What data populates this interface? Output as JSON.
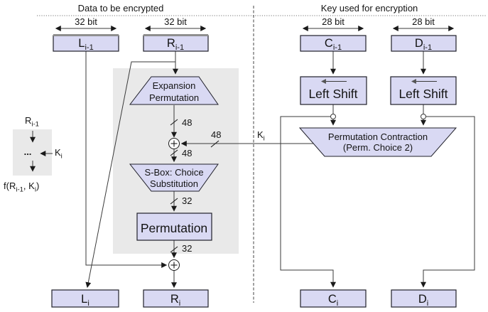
{
  "section_titles": {
    "data": "Data to be encrypted",
    "key": "Key used for encryption"
  },
  "bus_widths": {
    "l": "32 bit",
    "r": "32 bit",
    "c": "28 bit",
    "d": "28 bit"
  },
  "registers": {
    "l_prev": {
      "base": "L",
      "sub": "i-1"
    },
    "r_prev": {
      "base": "R",
      "sub": "i-1"
    },
    "c_prev": {
      "base": "C",
      "sub": "i-1"
    },
    "d_prev": {
      "base": "D",
      "sub": "i-1"
    },
    "l_next": {
      "base": "L",
      "sub": "i"
    },
    "r_next": {
      "base": "R",
      "sub": "i"
    },
    "c_next": {
      "base": "C",
      "sub": "i"
    },
    "d_next": {
      "base": "D",
      "sub": "i"
    }
  },
  "blocks": {
    "expansion": {
      "line1": "Expansion",
      "line2": "Permutation"
    },
    "sbox": {
      "line1": "S-Box: Choice",
      "line2": "Substitution"
    },
    "permutation": {
      "label": "Permutation"
    },
    "left_shift_c": {
      "label": "Left Shift"
    },
    "left_shift_d": {
      "label": "Left Shift"
    },
    "pc2": {
      "line1": "Permutation Contraction",
      "line2": "(Perm. Choice 2)"
    }
  },
  "bus_labels": {
    "xor_in": "48",
    "key": "48",
    "xor_out": "48",
    "perm_in": "32",
    "perm_out": "32"
  },
  "key_label": {
    "base": "K",
    "sub": "i"
  },
  "legend": {
    "input": {
      "base": "R",
      "sub": "i-1"
    },
    "dots": "...",
    "key": {
      "base": "K",
      "sub": "i"
    },
    "output": {
      "p1": "f(R",
      "sub1": "i-1",
      "p2": ", K",
      "sub2": "i",
      "p3": ")"
    }
  },
  "colors": {
    "box_fill": "#d9d9f3",
    "box_border": "#20202a",
    "wire": "#3a3a3a",
    "gray_panel": "#e9e9e9"
  }
}
